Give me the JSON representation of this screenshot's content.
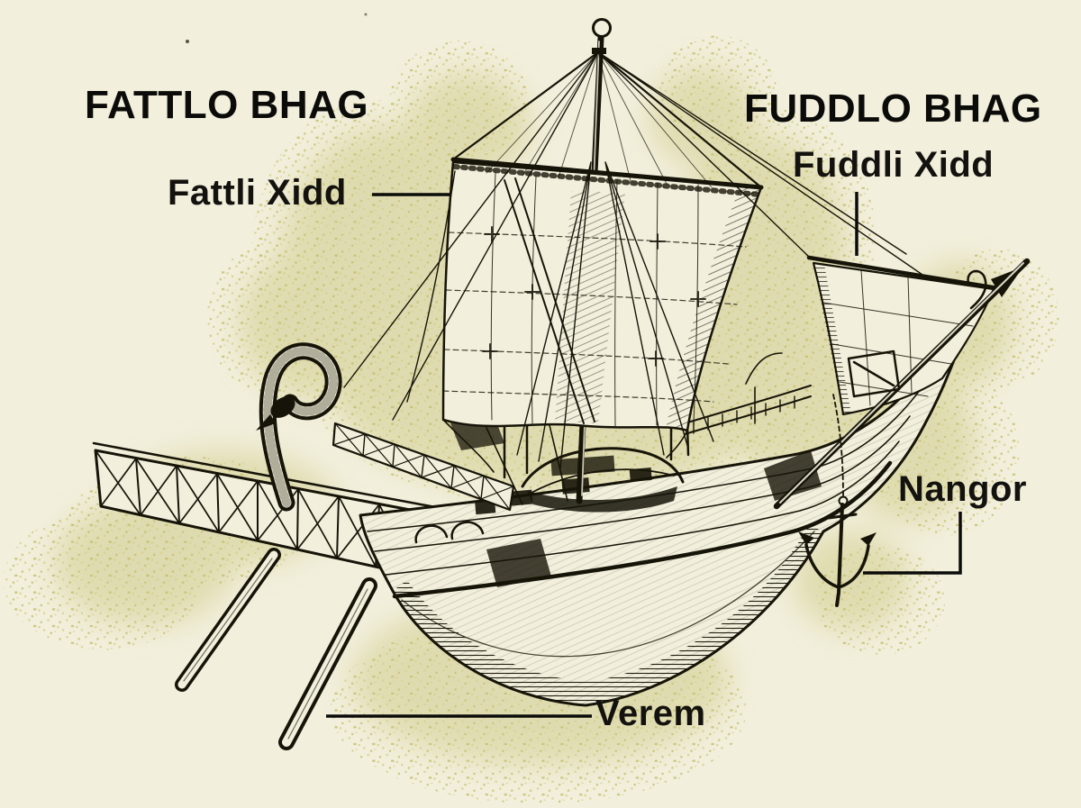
{
  "figure": {
    "alt": "Engraved illustration of a historic sailing ship with swan-neck stern, lattice outrigger, large square mainsail, small foresail at the bow, hanging anchor and two steering oars",
    "colors": {
      "paper": "#f2efdc",
      "ink": "#161408",
      "halo_olive": "#cdc985",
      "label_text": "#0b0b09"
    }
  },
  "headings": {
    "stern": "FATTLO BHAG",
    "bow": "FUDDLO BHAG"
  },
  "labels": {
    "main_sail": "Fattli Xidd",
    "fore_sail": "Fuddli Xidd",
    "anchor": "Nangor",
    "steering_oar": "Verem"
  }
}
